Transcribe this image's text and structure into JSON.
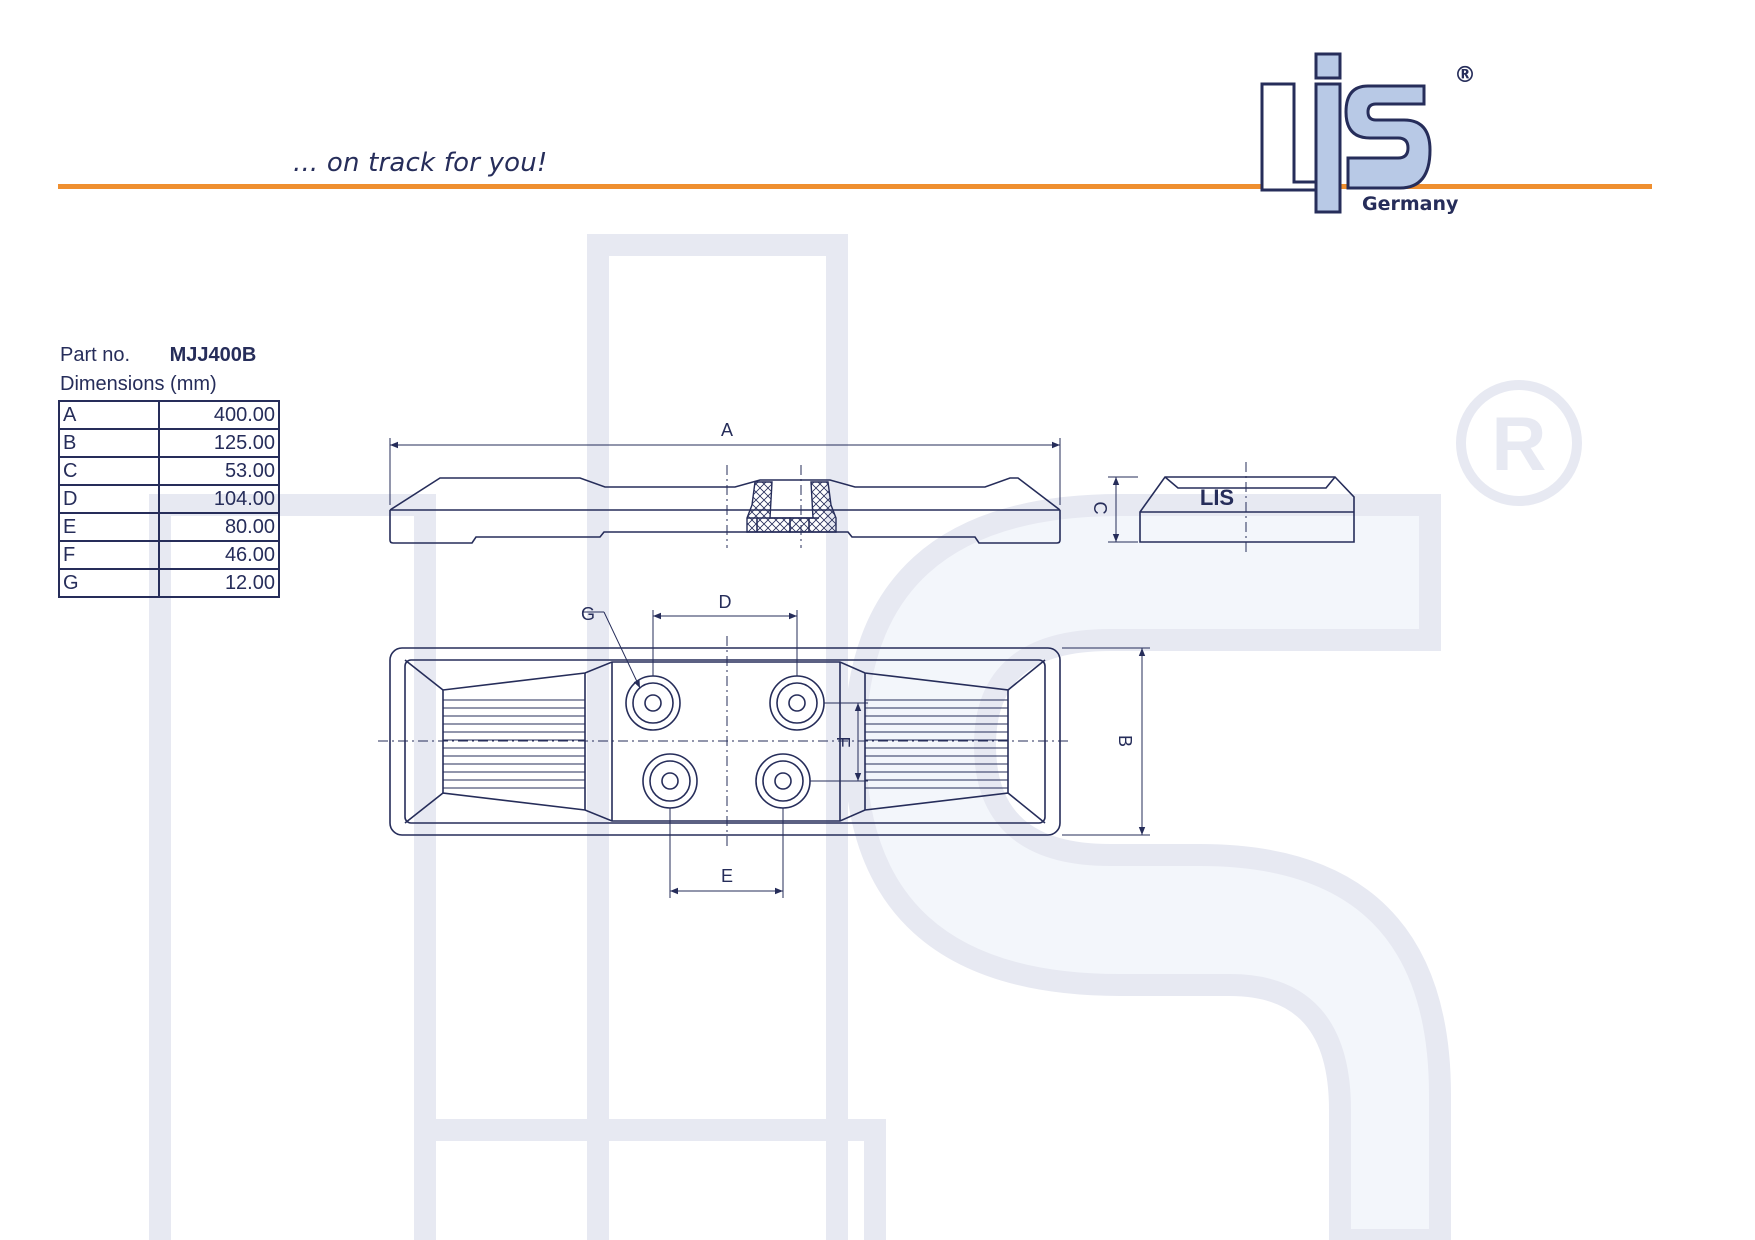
{
  "header": {
    "slogan": "... on track for you!",
    "logo_text": "LIS",
    "logo_subtitle": "Germany",
    "registered_mark": "®",
    "accent_color": "#ef8f2f",
    "brand_color": "#262d5a",
    "logo_fill_color": "#b8c9e6"
  },
  "spec": {
    "part_label": "Part no.",
    "part_number": "MJJ400B",
    "dimensions_label": "Dimensions (mm)",
    "rows": [
      {
        "label": "A",
        "value": "400.00"
      },
      {
        "label": "B",
        "value": "125.00"
      },
      {
        "label": "C",
        "value": "53.00"
      },
      {
        "label": "D",
        "value": "104.00"
      },
      {
        "label": "E",
        "value": "80.00"
      },
      {
        "label": "F",
        "value": "46.00"
      },
      {
        "label": "G",
        "value": "12.00"
      }
    ]
  },
  "drawing": {
    "dim_labels": {
      "A": "A",
      "B": "B",
      "C": "C",
      "D": "D",
      "E": "E",
      "F": "F",
      "G": "G"
    },
    "end_view_mark": "LIS"
  }
}
